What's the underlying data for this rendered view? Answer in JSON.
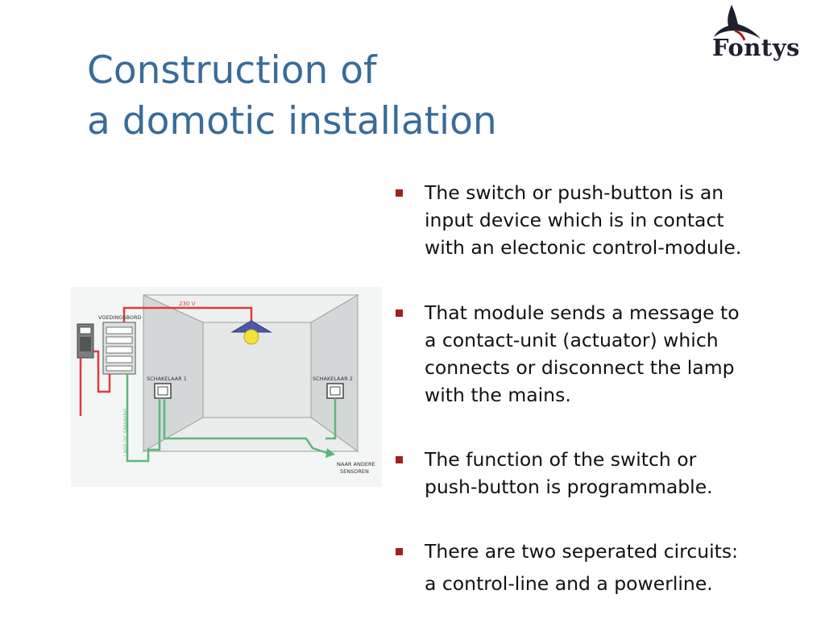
{
  "slide": {
    "title_lines": [
      "Construction of",
      "a domotic installation"
    ],
    "logo": {
      "text": "Fontys",
      "icon": "bird-icon"
    },
    "diagram": {
      "labels": {
        "voltage": "230 V",
        "supply_board": "VOEDINGSBORD",
        "switch_1": "SCHAKELAAR 1",
        "switch_2": "SCHAKELAAR 2",
        "low_dc": "LAGE DC SPANNING",
        "other_sensors_line1": "NAAR ANDERE",
        "other_sensors_line2": "SENSOREN"
      },
      "colors": {
        "power_line": "#e03c3c",
        "control_line": "#5cb87a",
        "lamp_shade": "#4a5aa8",
        "lamp_bulb": "#f2e23a",
        "walls": "#d8dcdc"
      }
    },
    "bullets": [
      {
        "lines": [
          "The switch or push-button is an",
          "input device which is in contact",
          "with an electonic control-module."
        ]
      },
      {
        "lines": [
          "That module sends a message to",
          "a contact-unit (actuator) which",
          "connects or disconnect the lamp",
          "with the mains."
        ]
      },
      {
        "lines": [
          "The function of the switch or",
          "push-button is programmable."
        ]
      },
      {
        "lines": [
          "There are two seperated circuits:",
          "a control-line and a powerline."
        ]
      }
    ],
    "colors": {
      "title": "#3a6c9a",
      "bullet_marker": "#a02020",
      "text": "#111111"
    }
  }
}
